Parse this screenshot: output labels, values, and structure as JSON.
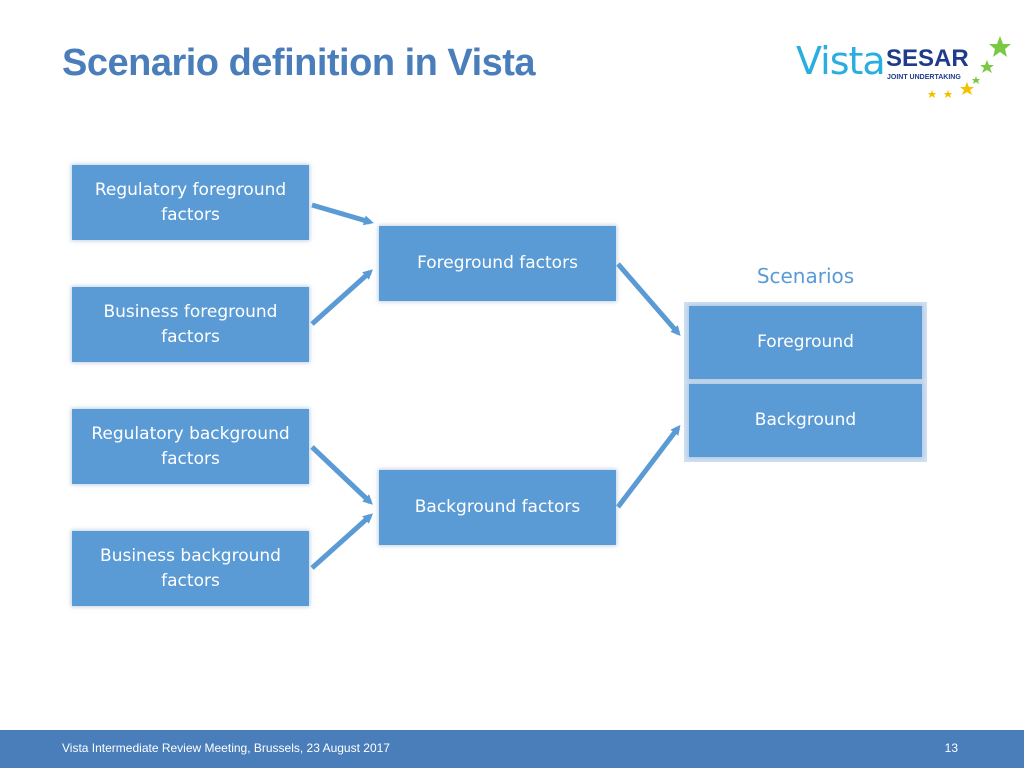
{
  "slide": {
    "title": "Scenario definition in Vista"
  },
  "logos": {
    "vista": "Vista",
    "sesar": "SESAR",
    "sesar_subtitle": "JOINT UNDERTAKING"
  },
  "diagram": {
    "inputs": [
      {
        "line1": "Regulatory foreground",
        "line2": "factors"
      },
      {
        "line1": "Business foreground",
        "line2": "factors"
      },
      {
        "line1": "Regulatory background",
        "line2": "factors"
      },
      {
        "line1": "Business background",
        "line2": "factors"
      }
    ],
    "foreground_factors": "Foreground factors",
    "background_factors": "Background factors",
    "scenarios": {
      "title": "Scenarios",
      "foreground": "Foreground",
      "background": "Background"
    },
    "colors": {
      "box": "#5b9bd5",
      "arrow": "#5b9bd5",
      "title": "#4a7ebb"
    }
  },
  "footer": {
    "text": "Vista Intermediate Review Meeting, Brussels, 23 August 2017",
    "page": "13"
  }
}
